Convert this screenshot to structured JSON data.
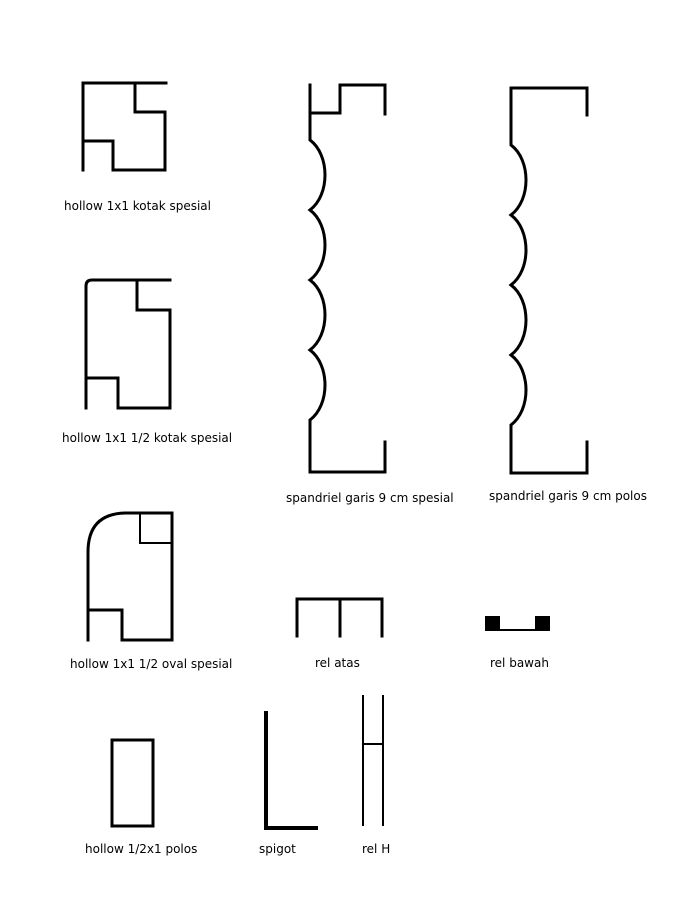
{
  "profiles": {
    "hollow_1x1_kotak_spesial": "hollow 1x1 kotak spesial",
    "hollow_1x1_half_kotak_spesial": "hollow 1x1 1/2 kotak spesial",
    "hollow_1x1_half_oval_spesial": "hollow 1x1 1/2 oval spesial",
    "hollow_half_x1_polos": "hollow 1/2x1 polos",
    "spandriel_spesial": "spandriel garis 9 cm spesial",
    "spandriel_polos": "spandriel garis 9 cm polos",
    "rel_atas": "rel atas",
    "rel_bawah": "rel bawah",
    "spigot": "spigot",
    "rel_h": "rel H"
  },
  "colors": {
    "stroke": "#000000",
    "background": "#ffffff"
  }
}
